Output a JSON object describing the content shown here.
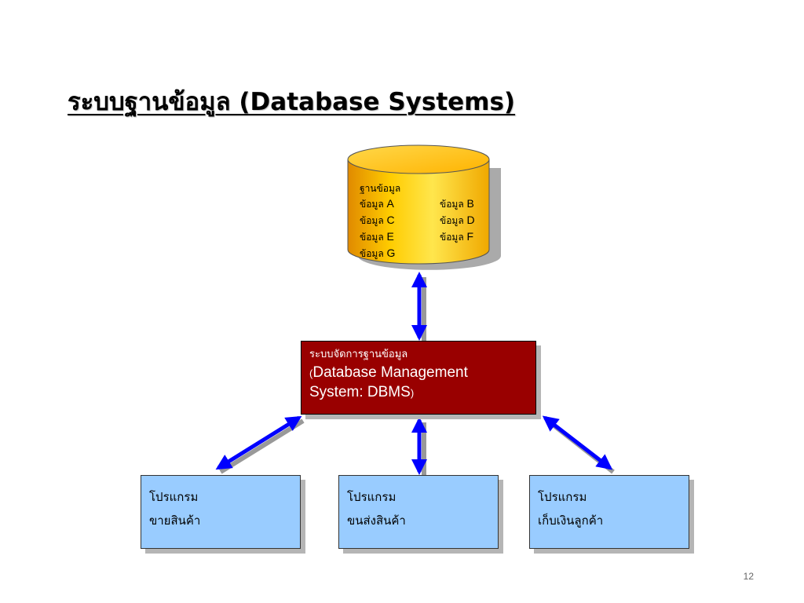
{
  "title": "ระบบฐานข้อมูล (Database Systems)",
  "database": {
    "heading": "ฐานข้อมูล",
    "prefix": "ข้อมูล",
    "items": [
      "A",
      "B",
      "C",
      "D",
      "E",
      "F",
      "G"
    ]
  },
  "dbms": {
    "line1": "ระบบจัดการฐานข้อมูล",
    "open_paren": "(",
    "line2": "Database Management",
    "line3": "System: DBMS",
    "close_paren": ")"
  },
  "programs": [
    {
      "line1": "โปรแกรม",
      "line2": "ขายสินค้า"
    },
    {
      "line1": "โปรแกรม",
      "line2": "ขนส่งสินค้า"
    },
    {
      "line1": "โปรแกรม",
      "line2": "เก็บเงินลูกค้า"
    }
  ],
  "page_number": "12",
  "colors": {
    "cylinder": "#ffcc00",
    "dbms_box": "#990000",
    "program_box": "#99ccff",
    "arrow": "#0000ff"
  }
}
